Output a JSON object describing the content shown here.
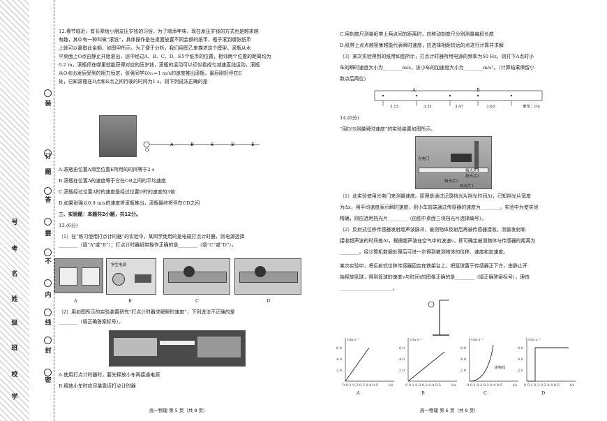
{
  "binding": {
    "chars": [
      "学",
      "校",
      "班",
      "级",
      "姓",
      "名",
      "考",
      "号"
    ],
    "seal": [
      "密",
      "封",
      "线",
      "内",
      "不",
      "要",
      "答",
      "题",
      "订",
      "装"
    ]
  },
  "q12": {
    "lines": [
      "12.春节临近，有长辈给小朋友压岁钱的习俗，为了增添年味，现在发压岁钱的方式也是越来越",
      "有趣，其中有一种叫做“滚钱”，具体操作是在桌面放置不同金额的纸币，瓶子滚到哪张纸币",
      "上就可以赢取此金额，如图甲所示。为了便于分析，我们用图乙来描述这个模型，滚瓶从水",
      "平桌面上O点由静止开始滚出，途中经过A、B、C、D、E5个纸币的位置，相邻两个位置的距离均为",
      "0.2 m，滚瓶停在哪里就能获得对应的压岁钱，滚瓶的运动可以近似看成匀减速直线运动，滚瓶",
      "从O点出发后受到的阻力恒定，张强同学以v₀=1 m/s的速度推出滚瓶，最后刚好停在E",
      "处，已知滚瓶在D点和E点之间行驶的时间为1 s，则下列说法正确的是"
    ],
    "axis_labels": [
      "O",
      "A",
      "B",
      "C",
      "D",
      "E"
    ],
    "options": [
      "A.滚瓶由位置A滑至位置E所用的时间等于2 s",
      "B.滚瓶在位置A的速度等于它在OB之间的平均速度",
      "C.滚瓶经过位置A时的速度是经过位置D时的速度的3倍",
      "D.如果张强以0.9 m/s的速度将滚瓶推出，滚瓶最终将停在CD之间"
    ]
  },
  "section3": "三、实验题：本题共2小题，共12分。",
  "q13": {
    "head": "13.(6分)",
    "p1": [
      "（1）在“练习使用打点计时器”的实验中，某同学使用的是电磁打点计时器，则电源选择",
      "________（填“A”或“B”）；打点计时器纸带操作正确的是________（填“C”或“D”）。"
    ],
    "img_labels": [
      "A",
      "B",
      "C",
      "D"
    ],
    "power_label": "学生电源",
    "p2": [
      "（2）用如图所示的实验装置研究“打点计时器求解瞬时速度”，下列说法不正确的是",
      "________（填正确答案标号）。"
    ],
    "options": [
      "A.使用打点计时器时，要先释放小车再接通电源",
      "B.释放小车时应尽量靠近打点计时器"
    ]
  },
  "right_top": [
    "C.用刻度尺测量纸带上两点间的距离时，应移动刻度尺分别测量每段长度",
    "D.纸带上点点越密集越能代表瞬时速度，应选择相距较远的点进行计算并求解"
  ],
  "q13_3": [
    "（3）某次实验得到的纸带如图所示，打点计时器所用电源的频率为50 Hz，则打下A点时小",
    "车的瞬时速度大小为________m/s，该小车的加速度大小为________m/s²。（计算结果保留小",
    "数点后两位）"
  ],
  "tape": {
    "values": [
      "3.15",
      "3.31",
      "3.47",
      "3.63"
    ],
    "unit": "单位：cm",
    "points": [
      "A",
      "B"
    ]
  },
  "q14": {
    "head": "14.(6分)",
    "intro": "“用DIS测量瞬时速度”的实验装置如图所示。",
    "photo_labels": [
      "挡光片4",
      "挡光片3",
      "挡光片2",
      "挡光片1",
      "光电门"
    ],
    "p1": [
      "（1）此实验使用光电门来测量速度。原理是通过记录挡光片挡光时间Δt，已知挡光片宽度",
      "为Δx，用平均速度表示瞬时速度，则小车前端通过传感器的速度为________。实验中为使实验",
      "精确，则应选用挡光片________（由图中桌面三块挡光片选择编号）。"
    ],
    "p2": [
      "（2）反射式位移传感器发射超声波脉冲，被测物体反射后再被传感器接收。测量发射和",
      "接收超声波的时间差Δt，根据超声波在空气中的波速v，即可确定被测物体与传感器的距离为",
      "________。经计算机数据处理后可进一步得到被测物体的位移、速度和加速度。"
    ],
    "p3": [
      "某次实验中，将反射式位移传感器固定在铁架台上，把篮球置于传感器正下方，由静止开",
      "始释放篮球，得到篮球的速度v与时间t的图像正确的是________（填正确答案标号），理由",
      "______________________。"
    ]
  },
  "graphs": {
    "ylabel": "v/m·s⁻¹",
    "xlabel": "t/s",
    "yticks": [
      "2.0",
      "4.0",
      "6.0"
    ],
    "xticks": "0.1 0.2 0.3 0.4 0.5",
    "labels": [
      "A",
      "B",
      "C",
      "D"
    ],
    "parabola": "抛物线"
  },
  "footer": {
    "left": "高一物理 第 5 页（共 8 页）",
    "right": "高一物理 第 6 页（共 8 页）"
  }
}
